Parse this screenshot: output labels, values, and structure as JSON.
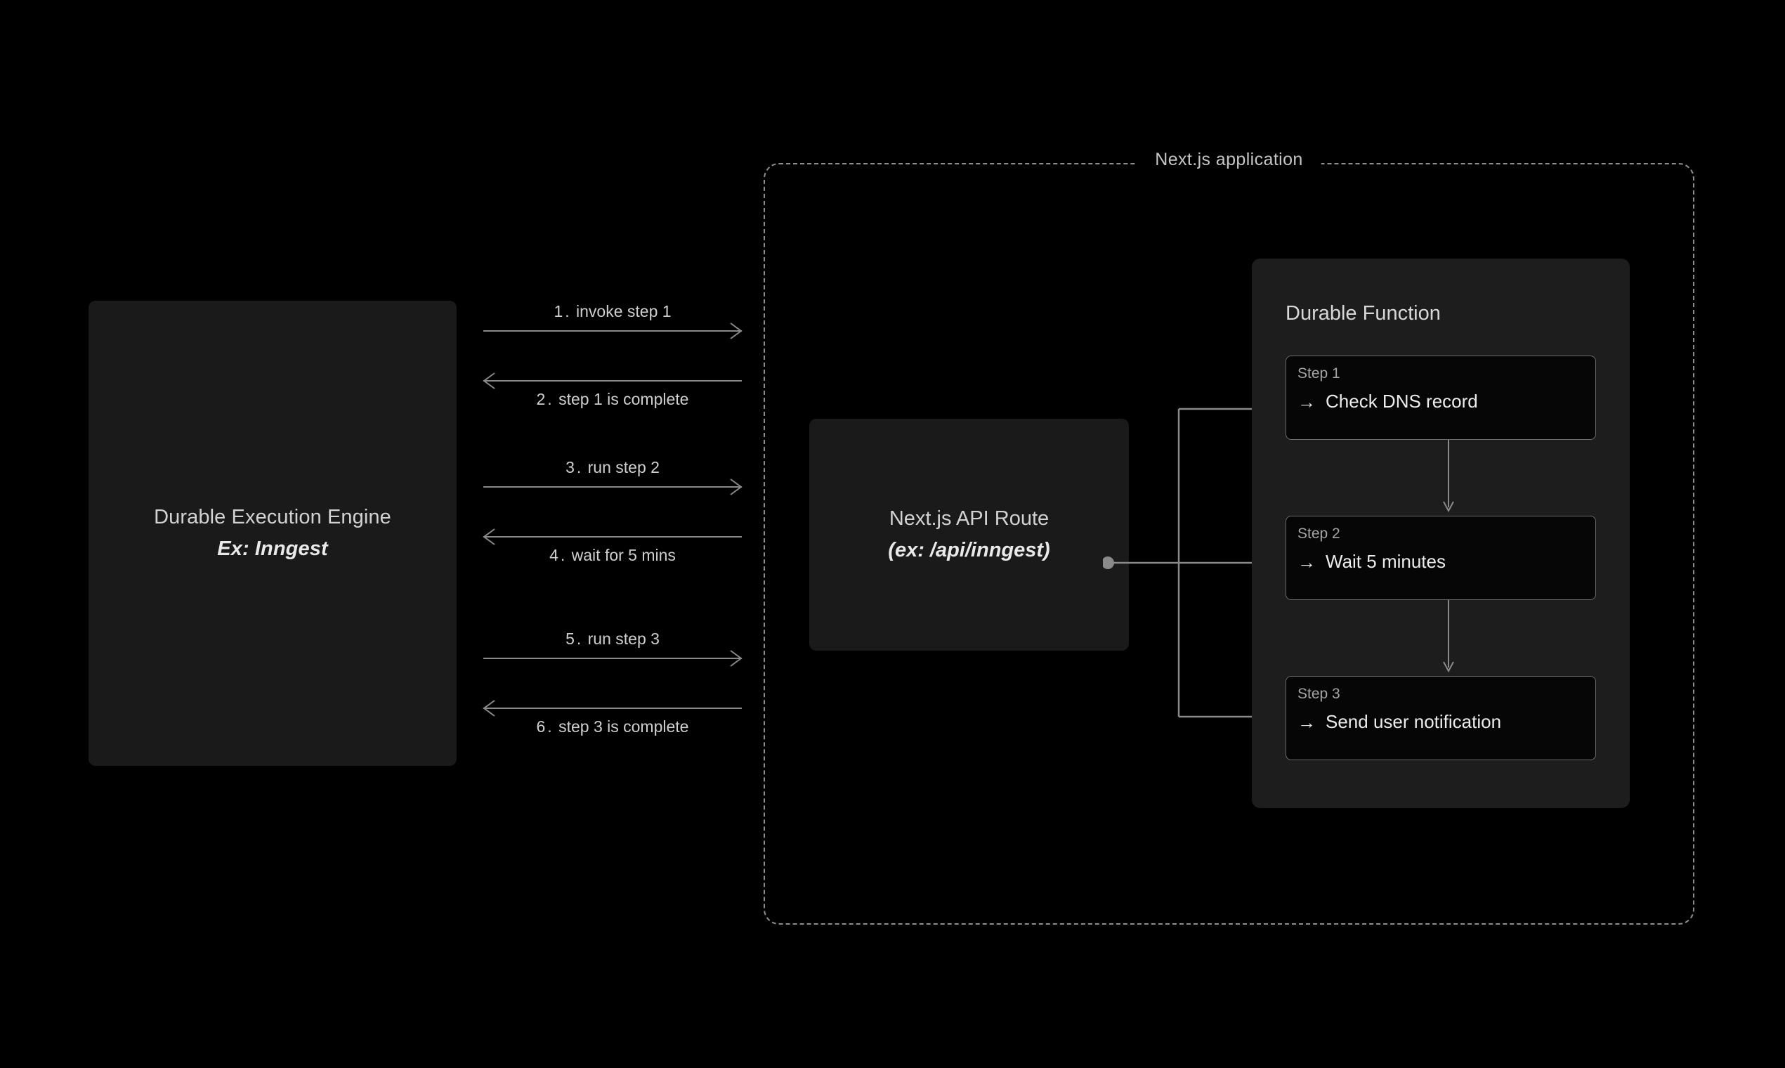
{
  "engine": {
    "title": "Durable Execution Engine",
    "subtitle": "Ex: Inngest"
  },
  "messages": [
    {
      "index": "1.",
      "label": "invoke step 1",
      "direction": "right",
      "position": "above"
    },
    {
      "index": "2.",
      "label": "step 1 is complete",
      "direction": "left",
      "position": "below"
    },
    {
      "index": "3.",
      "label": "run step 2",
      "direction": "right",
      "position": "above"
    },
    {
      "index": "4.",
      "label": "wait for 5 mins",
      "direction": "left",
      "position": "below"
    },
    {
      "index": "5.",
      "label": "run step 3",
      "direction": "right",
      "position": "above"
    },
    {
      "index": "6.",
      "label": "step 3 is complete",
      "direction": "left",
      "position": "below"
    }
  ],
  "application": {
    "title": "Next.js application"
  },
  "api_route": {
    "title": "Next.js API Route",
    "subtitle": "(ex: /api/inngest)"
  },
  "durable_function": {
    "title": "Durable Function",
    "steps": [
      {
        "kicker": "Step 1",
        "arrow": "→",
        "label": "Check DNS record"
      },
      {
        "kicker": "Step 2",
        "arrow": "→",
        "label": "Wait 5 minutes"
      },
      {
        "kicker": "Step 3",
        "arrow": "→",
        "label": "Send user notification"
      }
    ]
  },
  "colors": {
    "background": "#000000",
    "surface": "#1a1a1a",
    "panel": "#1d1d1d",
    "card": "#060606",
    "stroke": "#8a8a8a",
    "dashed_stroke": "#8d8d8d",
    "text": "#d2d2d2",
    "muted_text": "#a5a5a5"
  }
}
